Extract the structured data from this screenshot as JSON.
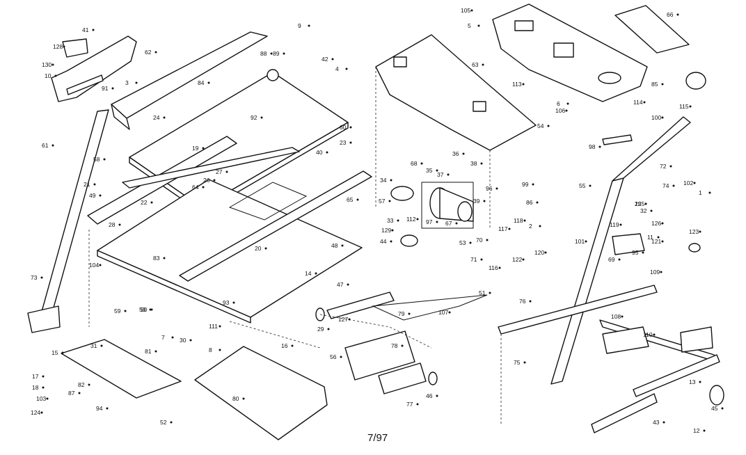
{
  "date_code": "7/97",
  "callouts": [
    "1",
    "2",
    "3",
    "4",
    "5",
    "6",
    "7",
    "8",
    "9",
    "10",
    "11",
    "12",
    "13",
    "14",
    "15",
    "16",
    "17",
    "18",
    "19",
    "20",
    "21",
    "22",
    "23",
    "24",
    "25",
    "26",
    "27",
    "28",
    "29",
    "30",
    "31",
    "32",
    "33",
    "34",
    "35",
    "36",
    "37",
    "38",
    "39",
    "40",
    "41",
    "42",
    "43",
    "44",
    "45",
    "46",
    "47",
    "48",
    "49",
    "50",
    "51",
    "52",
    "53",
    "54",
    "55",
    "56",
    "57",
    "58",
    "59",
    "60",
    "61",
    "62",
    "63",
    "64",
    "65",
    "66",
    "67",
    "68",
    "69",
    "70",
    "71",
    "72",
    "73",
    "74",
    "75",
    "76",
    "77",
    "78",
    "79",
    "80",
    "81",
    "82",
    "83",
    "84",
    "85",
    "86",
    "87",
    "88",
    "89",
    "90",
    "91",
    "92",
    "93",
    "94",
    "95",
    "96",
    "97",
    "98",
    "99",
    "100",
    "101",
    "102",
    "103",
    "104",
    "105",
    "106",
    "107",
    "108",
    "109",
    "110",
    "111",
    "112",
    "113",
    "114",
    "115",
    "116",
    "117",
    "118",
    "119",
    "120",
    "121",
    "122",
    "123",
    "124",
    "125",
    "126",
    "127",
    "128",
    "129",
    "130"
  ]
}
